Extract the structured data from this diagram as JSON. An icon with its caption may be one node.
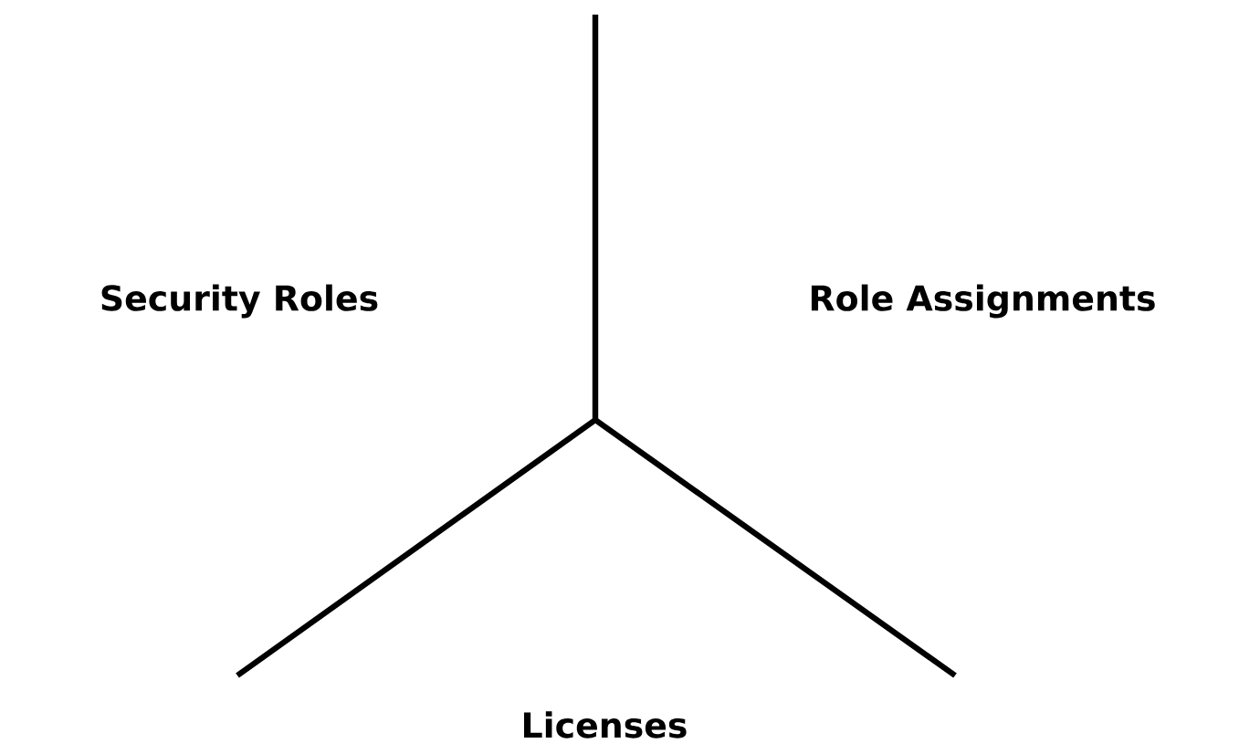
{
  "diagram": {
    "labels": [
      "Security Roles",
      "Role Assignments",
      "Licenses"
    ]
  }
}
